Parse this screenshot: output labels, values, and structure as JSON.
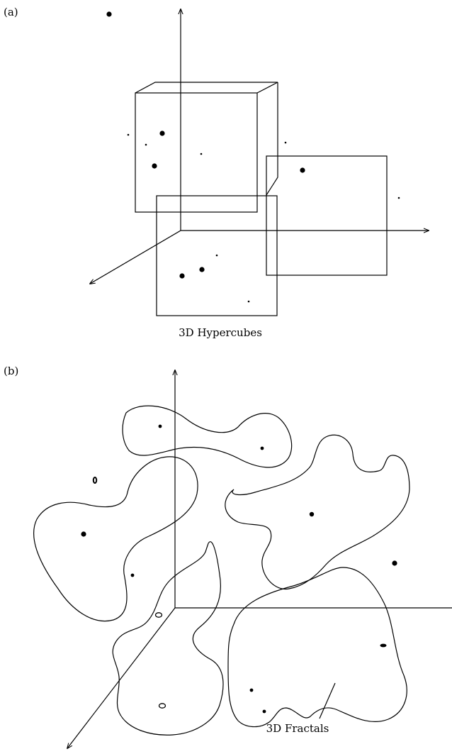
{
  "panels": [
    {
      "id": "a",
      "label": "(a)",
      "caption": "3D Hypercubes"
    },
    {
      "id": "b",
      "label": "(b)",
      "caption": "3D Fractals"
    }
  ],
  "colors": {
    "stroke": "#000000",
    "background": "#ffffff"
  }
}
